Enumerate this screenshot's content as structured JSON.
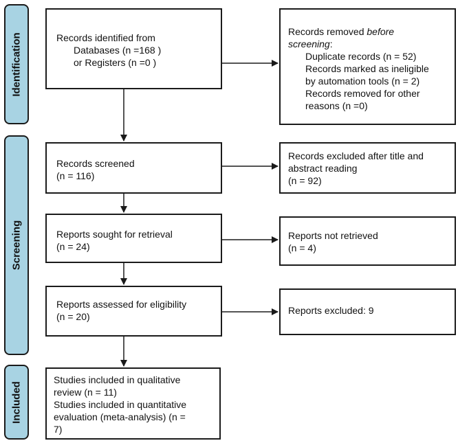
{
  "phases": {
    "identification": "Identification",
    "screening": "Screening",
    "included": "Included"
  },
  "identification": {
    "line1": "Records identified from",
    "databases": "Databases (n =168 )",
    "registers": "or Registers (n =0 )"
  },
  "removed": {
    "prefix": "Records removed ",
    "italic1": "before",
    "italic2": "screening",
    "suffix": ":",
    "duplicates": "Duplicate records (n = 52)",
    "ineligible1": "Records marked as ineligible",
    "ineligible2": "by automation tools (n = 2)",
    "other1": "Records removed for other",
    "other2": "reasons (n =0)"
  },
  "screened": {
    "line1": "Records screened",
    "line2": "(n = 116)"
  },
  "excluded_title": {
    "line1": "Records excluded after title and",
    "line2": "abstract reading",
    "line3": "(n = 92)"
  },
  "sought": {
    "line1": "Reports sought for retrieval",
    "line2": "(n = 24)"
  },
  "not_retrieved": {
    "line1": "Reports not retrieved",
    "line2": "(n = 4)"
  },
  "eligibility": {
    "line1": "Reports assessed for eligibility",
    "line2": "(n = 20)"
  },
  "excluded_reports": {
    "line1": "Reports excluded: 9"
  },
  "included": {
    "line1": "Studies included in qualitative",
    "line2": "review (n = 11)",
    "line3": "Studies included in quantitative",
    "line4": "evaluation (meta-analysis) (n =",
    "line5": "7)"
  }
}
